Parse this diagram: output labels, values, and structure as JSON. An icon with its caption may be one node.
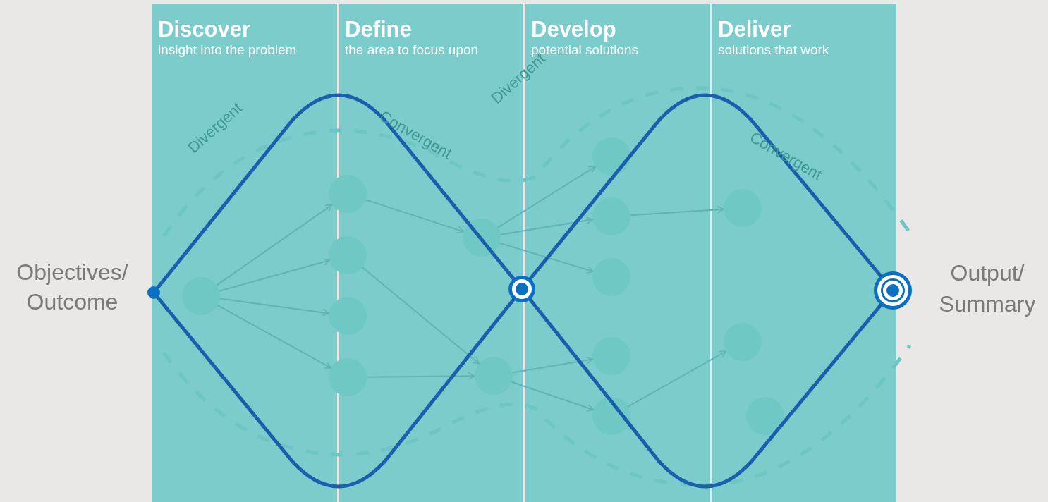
{
  "diagram": {
    "nodes": [
      {
        "text": [
          "Discover",
          "insight into the problem"
        ]
      },
      {
        "text": [
          "Define",
          "the area to focus upon"
        ]
      },
      {
        "text": [
          "Develop",
          "potential solutions"
        ]
      },
      {
        "text": [
          "Deliver",
          "solutions that work"
        ]
      },
      {
        "text": [],
        "shape": "circle",
        "in": 0
      },
      {
        "text": [],
        "shape": "circle"
      },
      {
        "text": [],
        "shape": "circle"
      },
      {
        "text": [],
        "shape": "circle"
      },
      {
        "text": [],
        "shape": "circle"
      },
      {
        "text": [],
        "shape": "circle",
        "in": 1
      },
      {
        "text": [],
        "shape": "circle",
        "in": 1
      },
      {
        "text": [],
        "shape": "circle",
        "in": 2
      },
      {
        "text": [],
        "shape": "circle",
        "in": 2
      },
      {
        "text": [],
        "shape": "circle",
        "in": 2
      },
      {
        "text": [],
        "shape": "circle",
        "in": 2
      },
      {
        "text": [],
        "shape": "circle",
        "in": 2
      },
      {
        "text": [],
        "shape": "circle",
        "in": 3
      },
      {
        "text": [],
        "shape": "circle",
        "in": 3
      },
      {
        "text": [],
        "shape": "circle",
        "in": 3
      }
    ],
    "edges": [
      {
        "from": 4,
        "to": 5,
        "arrow": "to"
      },
      {
        "from": 4,
        "to": 6,
        "arrow": "to"
      },
      {
        "from": 4,
        "to": 7,
        "arrow": "to"
      },
      {
        "from": 4,
        "to": 8,
        "arrow": "to"
      },
      {
        "from": 5,
        "to": 9,
        "arrow": "to"
      },
      {
        "from": 6,
        "to": 10,
        "arrow": "to"
      },
      {
        "from": 8,
        "to": 10,
        "arrow": "to"
      },
      {
        "from": 9,
        "to": 11,
        "arrow": "to"
      },
      {
        "from": 9,
        "to": 12,
        "arrow": "to"
      },
      {
        "from": 9,
        "to": 13,
        "arrow": "to"
      },
      {
        "from": 10,
        "to": 14,
        "arrow": "to"
      },
      {
        "from": 10,
        "to": 15,
        "arrow": "to"
      },
      {
        "from": 12,
        "to": 16,
        "arrow": "to"
      },
      {
        "from": 15,
        "to": 17,
        "arrow": "to"
      }
    ],
    "labels": [
      "Objectives/ Outcome",
      "Output/ Summary",
      "Divergent",
      "Convergent",
      "Divergent",
      "Convergent"
    ]
  }
}
